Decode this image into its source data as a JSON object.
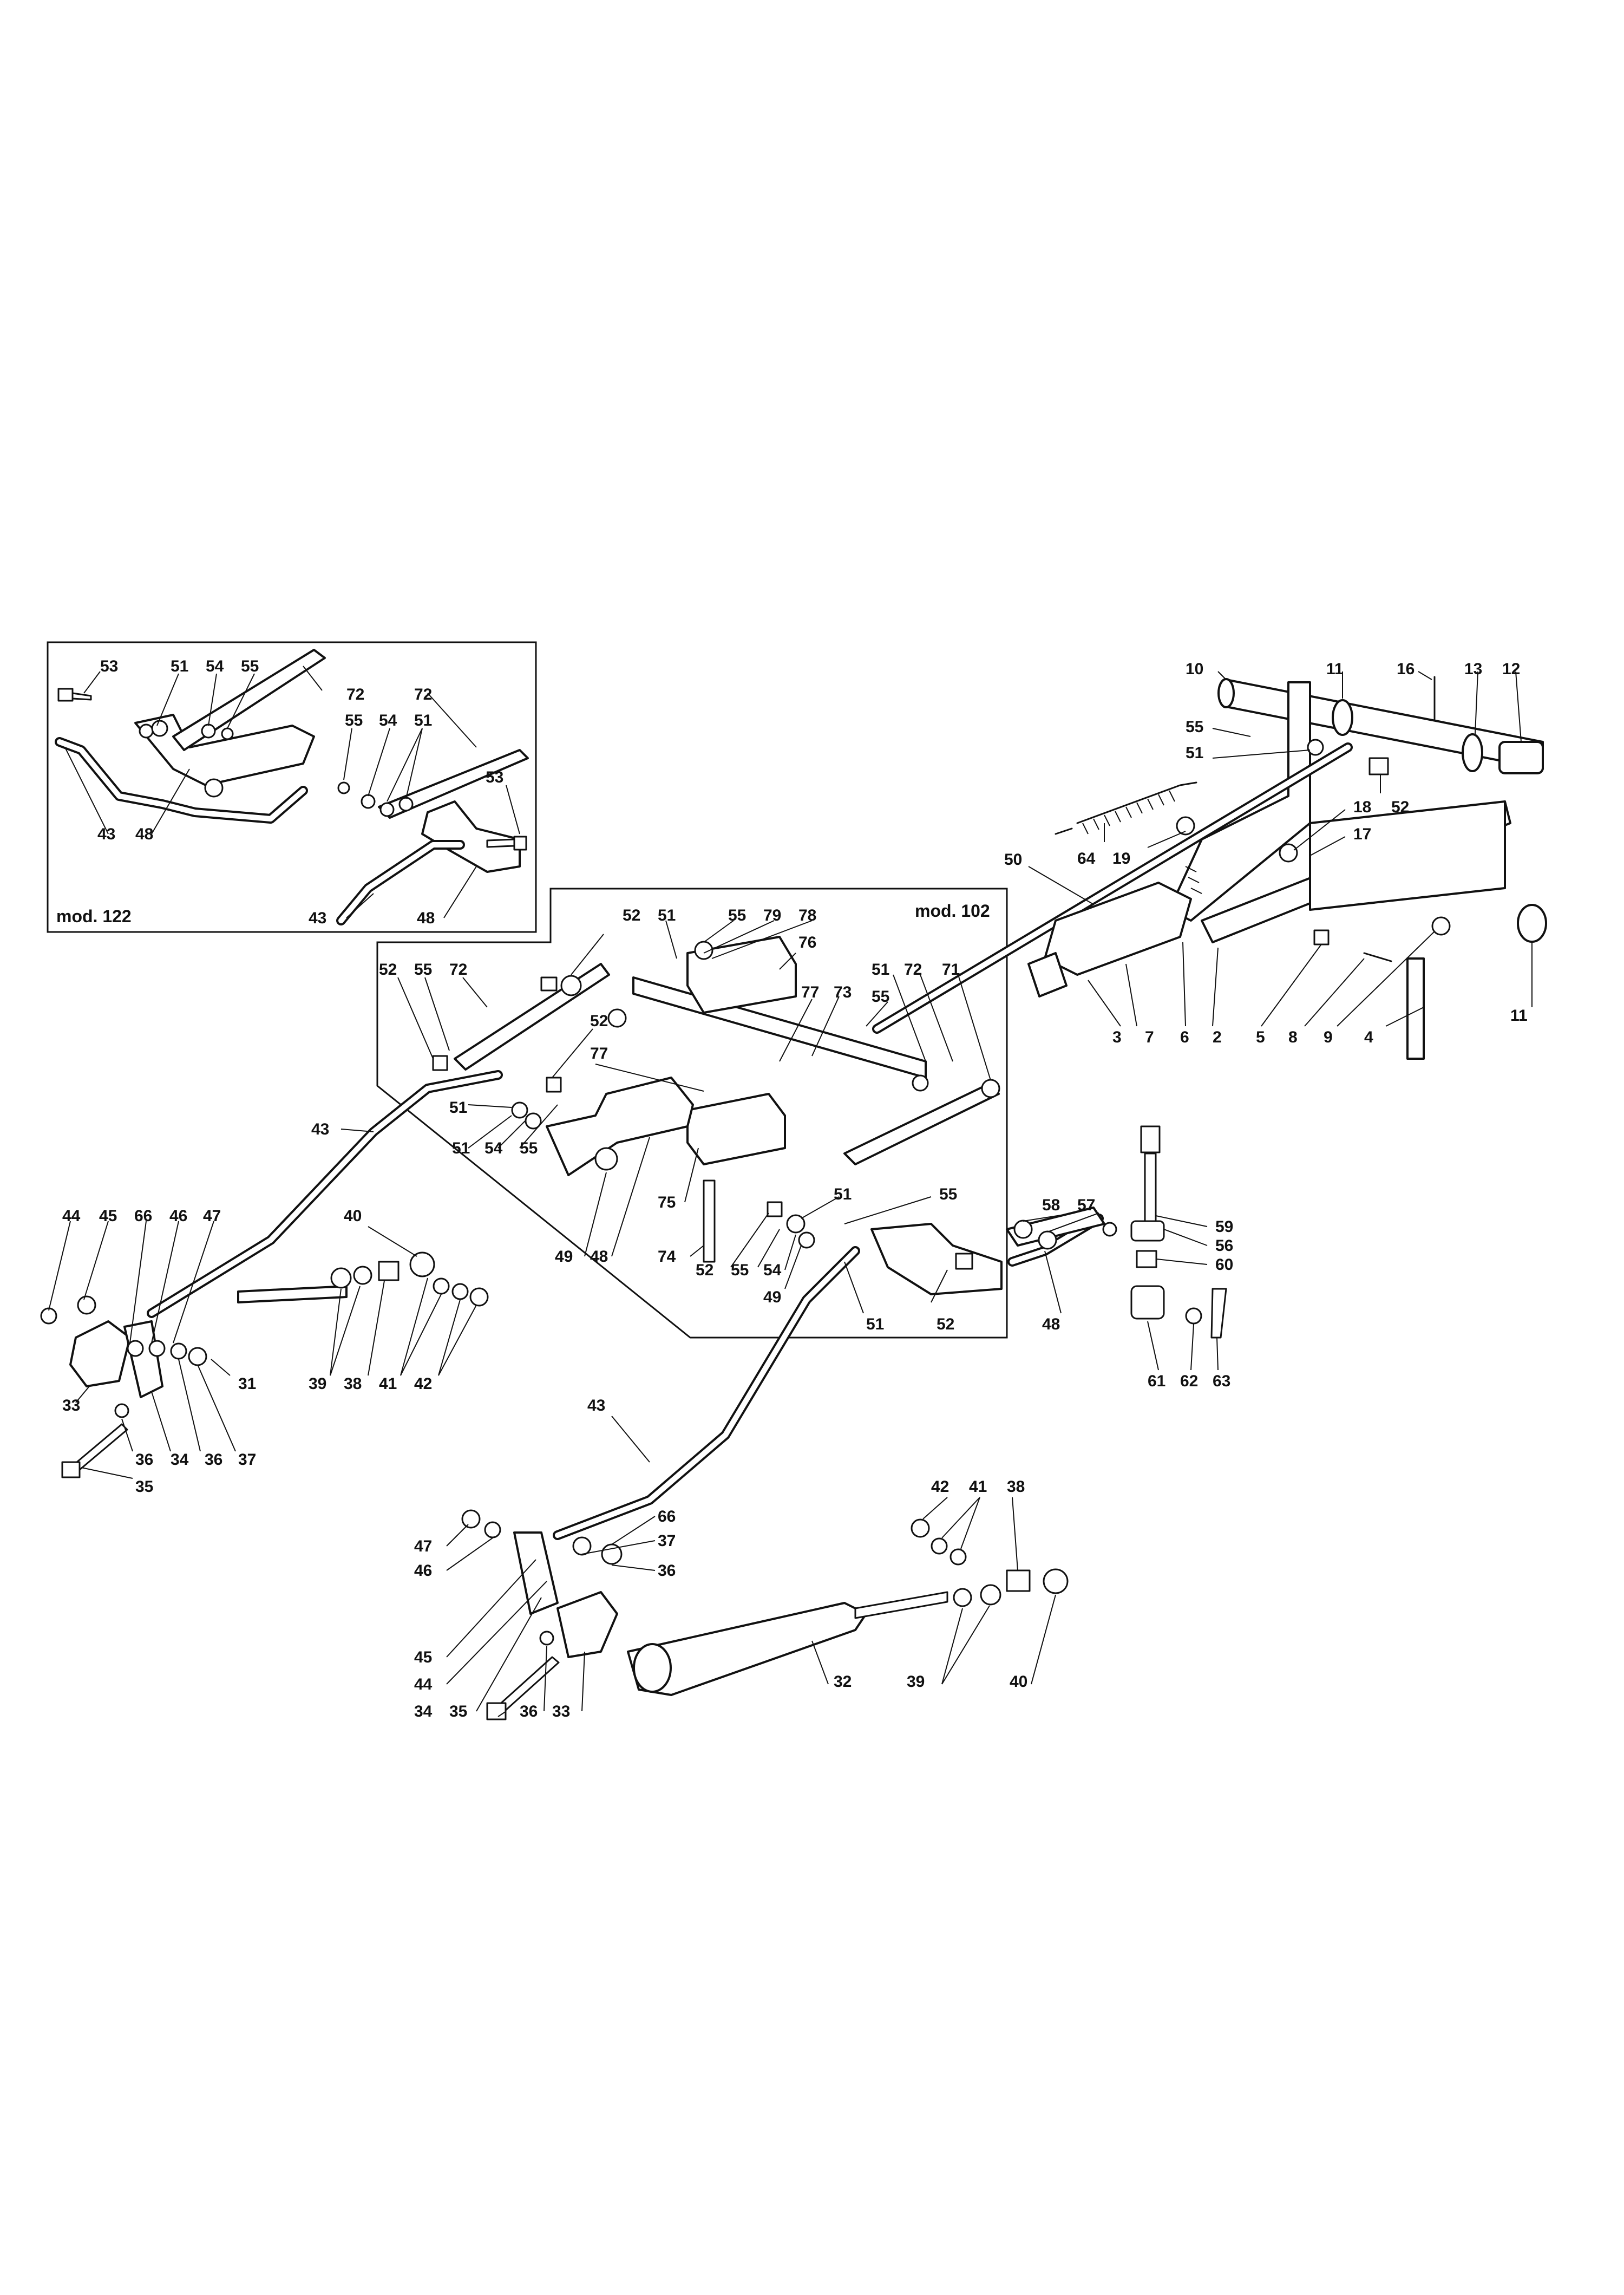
{
  "insets": {
    "mod122": "mod. 122",
    "mod102": "mod. 102"
  },
  "callouts": [
    {
      "id": "c1",
      "text": "53"
    },
    {
      "id": "c2",
      "text": "51"
    },
    {
      "id": "c3",
      "text": "54"
    },
    {
      "id": "c4",
      "text": "55"
    },
    {
      "id": "c5",
      "text": "72"
    },
    {
      "id": "c6",
      "text": "72"
    },
    {
      "id": "c7",
      "text": "55"
    },
    {
      "id": "c8",
      "text": "54"
    },
    {
      "id": "c9",
      "text": "51"
    },
    {
      "id": "c10",
      "text": "53"
    },
    {
      "id": "c11",
      "text": "43"
    },
    {
      "id": "c12",
      "text": "48"
    },
    {
      "id": "c13",
      "text": "43"
    },
    {
      "id": "c14",
      "text": "48"
    },
    {
      "id": "c15",
      "text": "10"
    },
    {
      "id": "c16",
      "text": "11"
    },
    {
      "id": "c17",
      "text": "16"
    },
    {
      "id": "c18",
      "text": "13"
    },
    {
      "id": "c19",
      "text": "12"
    },
    {
      "id": "c20",
      "text": "55"
    },
    {
      "id": "c21",
      "text": "51"
    },
    {
      "id": "c22",
      "text": "52"
    },
    {
      "id": "c23",
      "text": "18"
    },
    {
      "id": "c24",
      "text": "17"
    },
    {
      "id": "c25",
      "text": "64"
    },
    {
      "id": "c26",
      "text": "19"
    },
    {
      "id": "c27",
      "text": "50"
    },
    {
      "id": "c28",
      "text": "3"
    },
    {
      "id": "c29",
      "text": "7"
    },
    {
      "id": "c30",
      "text": "6"
    },
    {
      "id": "c31",
      "text": "2"
    },
    {
      "id": "c32",
      "text": "5"
    },
    {
      "id": "c33",
      "text": "8"
    },
    {
      "id": "c34",
      "text": "9"
    },
    {
      "id": "c35",
      "text": "4"
    },
    {
      "id": "c36",
      "text": "11"
    },
    {
      "id": "c37",
      "text": "52"
    },
    {
      "id": "c38",
      "text": "51"
    },
    {
      "id": "c39",
      "text": "55"
    },
    {
      "id": "c40",
      "text": "79"
    },
    {
      "id": "c41",
      "text": "78"
    },
    {
      "id": "c42",
      "text": "76"
    },
    {
      "id": "c43",
      "text": "52"
    },
    {
      "id": "c44",
      "text": "55"
    },
    {
      "id": "c45",
      "text": "72"
    },
    {
      "id": "c46",
      "text": "52"
    },
    {
      "id": "c47",
      "text": "77"
    },
    {
      "id": "c48",
      "text": "73"
    },
    {
      "id": "c49",
      "text": "77"
    },
    {
      "id": "c50",
      "text": "51"
    },
    {
      "id": "c51",
      "text": "72"
    },
    {
      "id": "c52",
      "text": "71"
    },
    {
      "id": "c53",
      "text": "55"
    },
    {
      "id": "c54",
      "text": "51"
    },
    {
      "id": "c55",
      "text": "51"
    },
    {
      "id": "c56",
      "text": "54"
    },
    {
      "id": "c57",
      "text": "55"
    },
    {
      "id": "c58",
      "text": "75"
    },
    {
      "id": "c59",
      "text": "74"
    },
    {
      "id": "c60",
      "text": "49"
    },
    {
      "id": "c61",
      "text": "48"
    },
    {
      "id": "c62",
      "text": "51"
    },
    {
      "id": "c63",
      "text": "55"
    },
    {
      "id": "c64",
      "text": "52"
    },
    {
      "id": "c65",
      "text": "55"
    },
    {
      "id": "c66",
      "text": "54"
    },
    {
      "id": "c67",
      "text": "49"
    },
    {
      "id": "c68",
      "text": "51"
    },
    {
      "id": "c69",
      "text": "52"
    },
    {
      "id": "c70",
      "text": "43"
    },
    {
      "id": "c71",
      "text": "44"
    },
    {
      "id": "c72",
      "text": "45"
    },
    {
      "id": "c73",
      "text": "66"
    },
    {
      "id": "c74",
      "text": "46"
    },
    {
      "id": "c75",
      "text": "47"
    },
    {
      "id": "c76",
      "text": "40"
    },
    {
      "id": "c77",
      "text": "33"
    },
    {
      "id": "c78",
      "text": "39"
    },
    {
      "id": "c79",
      "text": "38"
    },
    {
      "id": "c80",
      "text": "41"
    },
    {
      "id": "c81",
      "text": "42"
    },
    {
      "id": "c82",
      "text": "31"
    },
    {
      "id": "c83",
      "text": "36"
    },
    {
      "id": "c84",
      "text": "34"
    },
    {
      "id": "c85",
      "text": "36"
    },
    {
      "id": "c86",
      "text": "37"
    },
    {
      "id": "c87",
      "text": "35"
    },
    {
      "id": "c88",
      "text": "58"
    },
    {
      "id": "c89",
      "text": "57"
    },
    {
      "id": "c90",
      "text": "59"
    },
    {
      "id": "c91",
      "text": "56"
    },
    {
      "id": "c92",
      "text": "60"
    },
    {
      "id": "c93",
      "text": "48"
    },
    {
      "id": "c94",
      "text": "61"
    },
    {
      "id": "c95",
      "text": "62"
    },
    {
      "id": "c96",
      "text": "63"
    },
    {
      "id": "c97",
      "text": "43"
    },
    {
      "id": "c98",
      "text": "42"
    },
    {
      "id": "c99",
      "text": "41"
    },
    {
      "id": "c100",
      "text": "38"
    },
    {
      "id": "c101",
      "text": "66"
    },
    {
      "id": "c102",
      "text": "47"
    },
    {
      "id": "c103",
      "text": "37"
    },
    {
      "id": "c104",
      "text": "46"
    },
    {
      "id": "c105",
      "text": "36"
    },
    {
      "id": "c106",
      "text": "45"
    },
    {
      "id": "c107",
      "text": "44"
    },
    {
      "id": "c108",
      "text": "34"
    },
    {
      "id": "c109",
      "text": "35"
    },
    {
      "id": "c110",
      "text": "36"
    },
    {
      "id": "c111",
      "text": "33"
    },
    {
      "id": "c112",
      "text": "32"
    },
    {
      "id": "c113",
      "text": "39"
    },
    {
      "id": "c114",
      "text": "40"
    }
  ]
}
